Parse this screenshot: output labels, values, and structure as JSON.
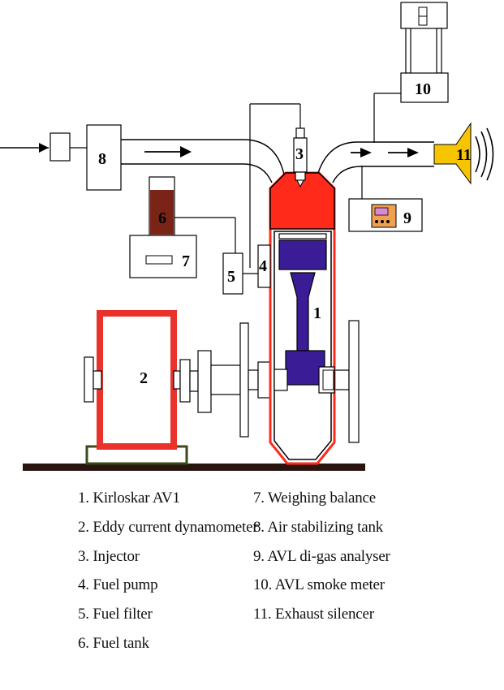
{
  "labels": {
    "engine": "1",
    "dynamometer": "2",
    "injector": "3",
    "fuel_pump": "4",
    "fuel_filter": "5",
    "fuel_tank": "6",
    "weighing_balance": "7",
    "air_tank": "8",
    "gas_analyser": "9",
    "smoke_meter": "10",
    "silencer": "11"
  },
  "legend": {
    "left": [
      "1. Kirloskar AV1",
      "2. Eddy current dynamometer",
      "3. Injector",
      "4. Fuel pump",
      "5. Fuel filter",
      "6. Fuel tank"
    ],
    "right": [
      "7. Weighing balance",
      "8. Air stabilizing tank",
      "9. AVL di-gas analyser",
      "10. AVL smoke meter",
      "11. Exhaust silencer"
    ]
  },
  "colors": {
    "engine_head": "#ff2a1a",
    "piston": "#3a1d96",
    "dynamometer_frame": "#e8322b",
    "fuel_tank": "#7a2418",
    "silencer": "#f7c400",
    "analyser_panel": "#f0a050",
    "base": "#2a1410"
  }
}
